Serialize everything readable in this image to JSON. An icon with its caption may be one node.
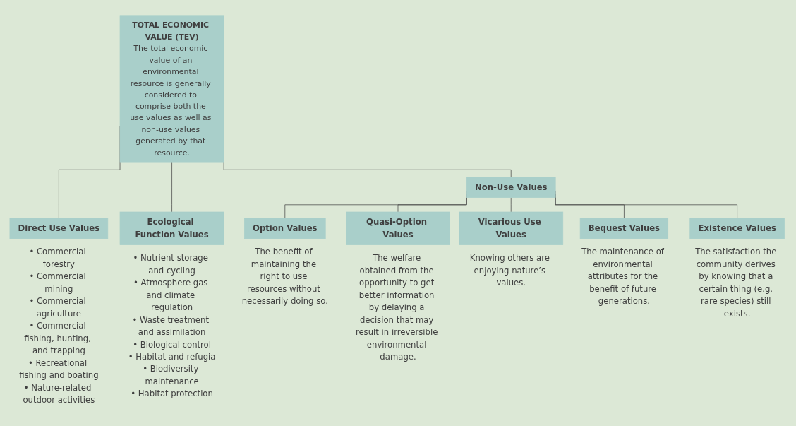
{
  "diagram": {
    "nodes": [
      {
        "text": [
          "TOTAL ECONOMIC VALUE (TEV)",
          "The total economic value of an environmental resource is generally considered to comprise both the use values as well as non-use values generated by that resource."
        ]
      },
      {
        "text": [
          "Direct Use Values"
        ],
        "beside": [
          "• Commercial forestry",
          "• Commercial mining",
          "• Commercial agriculture",
          "• Commercial fishing, hunting, and trapping",
          "• Recreational fishing and boating",
          "• Nature-related outdoor activities"
        ]
      },
      {
        "text": [
          "Ecological Function Values"
        ],
        "beside": [
          "• Nutrient storage and cycling",
          "• Atmosphere gas and climate regulation",
          "• Waste treatment and assimilation",
          "• Biological control",
          "• Habitat and refugia",
          "• Biodiversity maintenance",
          "• Habitat protection"
        ]
      },
      {
        "text": [
          "Non-Use Values"
        ]
      },
      {
        "text": [
          "Option Values"
        ],
        "beside": [
          "The benefit of maintaining the right to use resources without necessarily doing so."
        ]
      },
      {
        "text": [
          "Quasi-Option Values"
        ],
        "beside": [
          "The welfare obtained from the opportunity to get better information by delaying a decision that may result in irreversible environmental damage."
        ]
      },
      {
        "text": [
          "Vicarious Use Values"
        ],
        "beside": [
          "Knowing others are enjoying nature’s values."
        ]
      },
      {
        "text": [
          "Bequest Values"
        ],
        "beside": [
          "The maintenance of environmental attributes for the benefit of future generations."
        ]
      },
      {
        "text": [
          "Existence Values"
        ],
        "beside": [
          "The satisfaction the community derives by knowing that a certain thing (e.g. rare species) still exists."
        ]
      }
    ],
    "edges": [
      {
        "from": 0,
        "to": 1,
        "arrow": "none"
      },
      {
        "from": 0,
        "to": 2,
        "arrow": "none"
      },
      {
        "from": 0,
        "to": 3,
        "arrow": "none"
      },
      {
        "from": 3,
        "to": 4,
        "arrow": "none"
      },
      {
        "from": 3,
        "to": 5,
        "arrow": "none"
      },
      {
        "from": 3,
        "to": 6,
        "arrow": "none"
      },
      {
        "from": 3,
        "to": 7,
        "arrow": "none"
      },
      {
        "from": 3,
        "to": 8,
        "arrow": "none"
      }
    ]
  }
}
